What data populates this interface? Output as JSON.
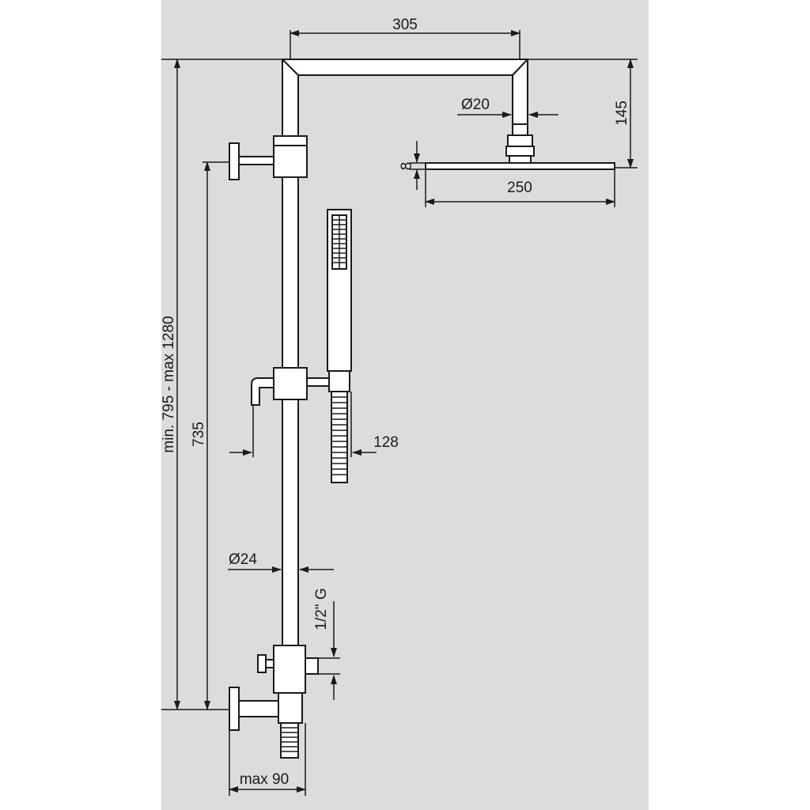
{
  "dimensions": {
    "arm_length": "305",
    "head_height": "145",
    "arm_diameter": "Ø20",
    "head_thickness": "8",
    "head_width": "250",
    "rail_total_height": "min. 795 - max 1280",
    "rail_height": "735",
    "handshower_offset": "128",
    "rail_diameter": "Ø24",
    "thread": "1/2\" G",
    "wall_distance": "max 90"
  },
  "colors": {
    "panel": "#dcdcdc",
    "background": "#ffffff",
    "line": "#1a1a1a",
    "part_fill": "#ffffff"
  }
}
